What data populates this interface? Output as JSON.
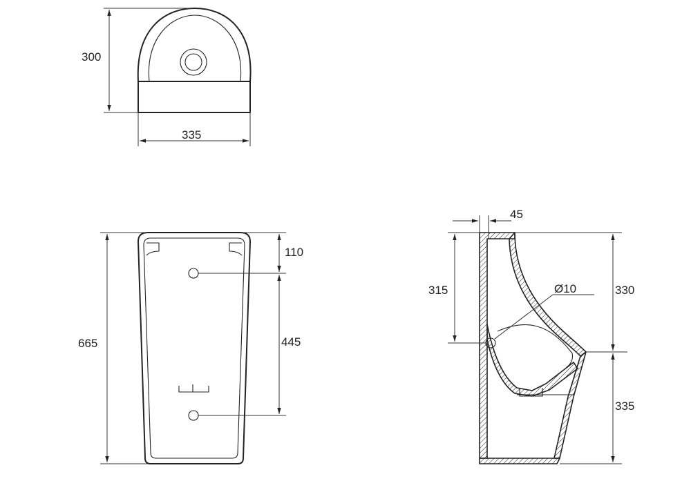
{
  "top_view": {
    "depth_label": "300",
    "width_label": "335"
  },
  "front_view": {
    "height_label": "665",
    "top_to_hole_label": "110",
    "hole_spacing_label": "445"
  },
  "side_view": {
    "wall_offset_label": "45",
    "inlet_height_label": "315",
    "pipe_diameter_label": "Ø10",
    "upper_height_label": "330",
    "lower_height_label": "335"
  },
  "colors": {
    "line": "#222222",
    "background": "#ffffff"
  }
}
